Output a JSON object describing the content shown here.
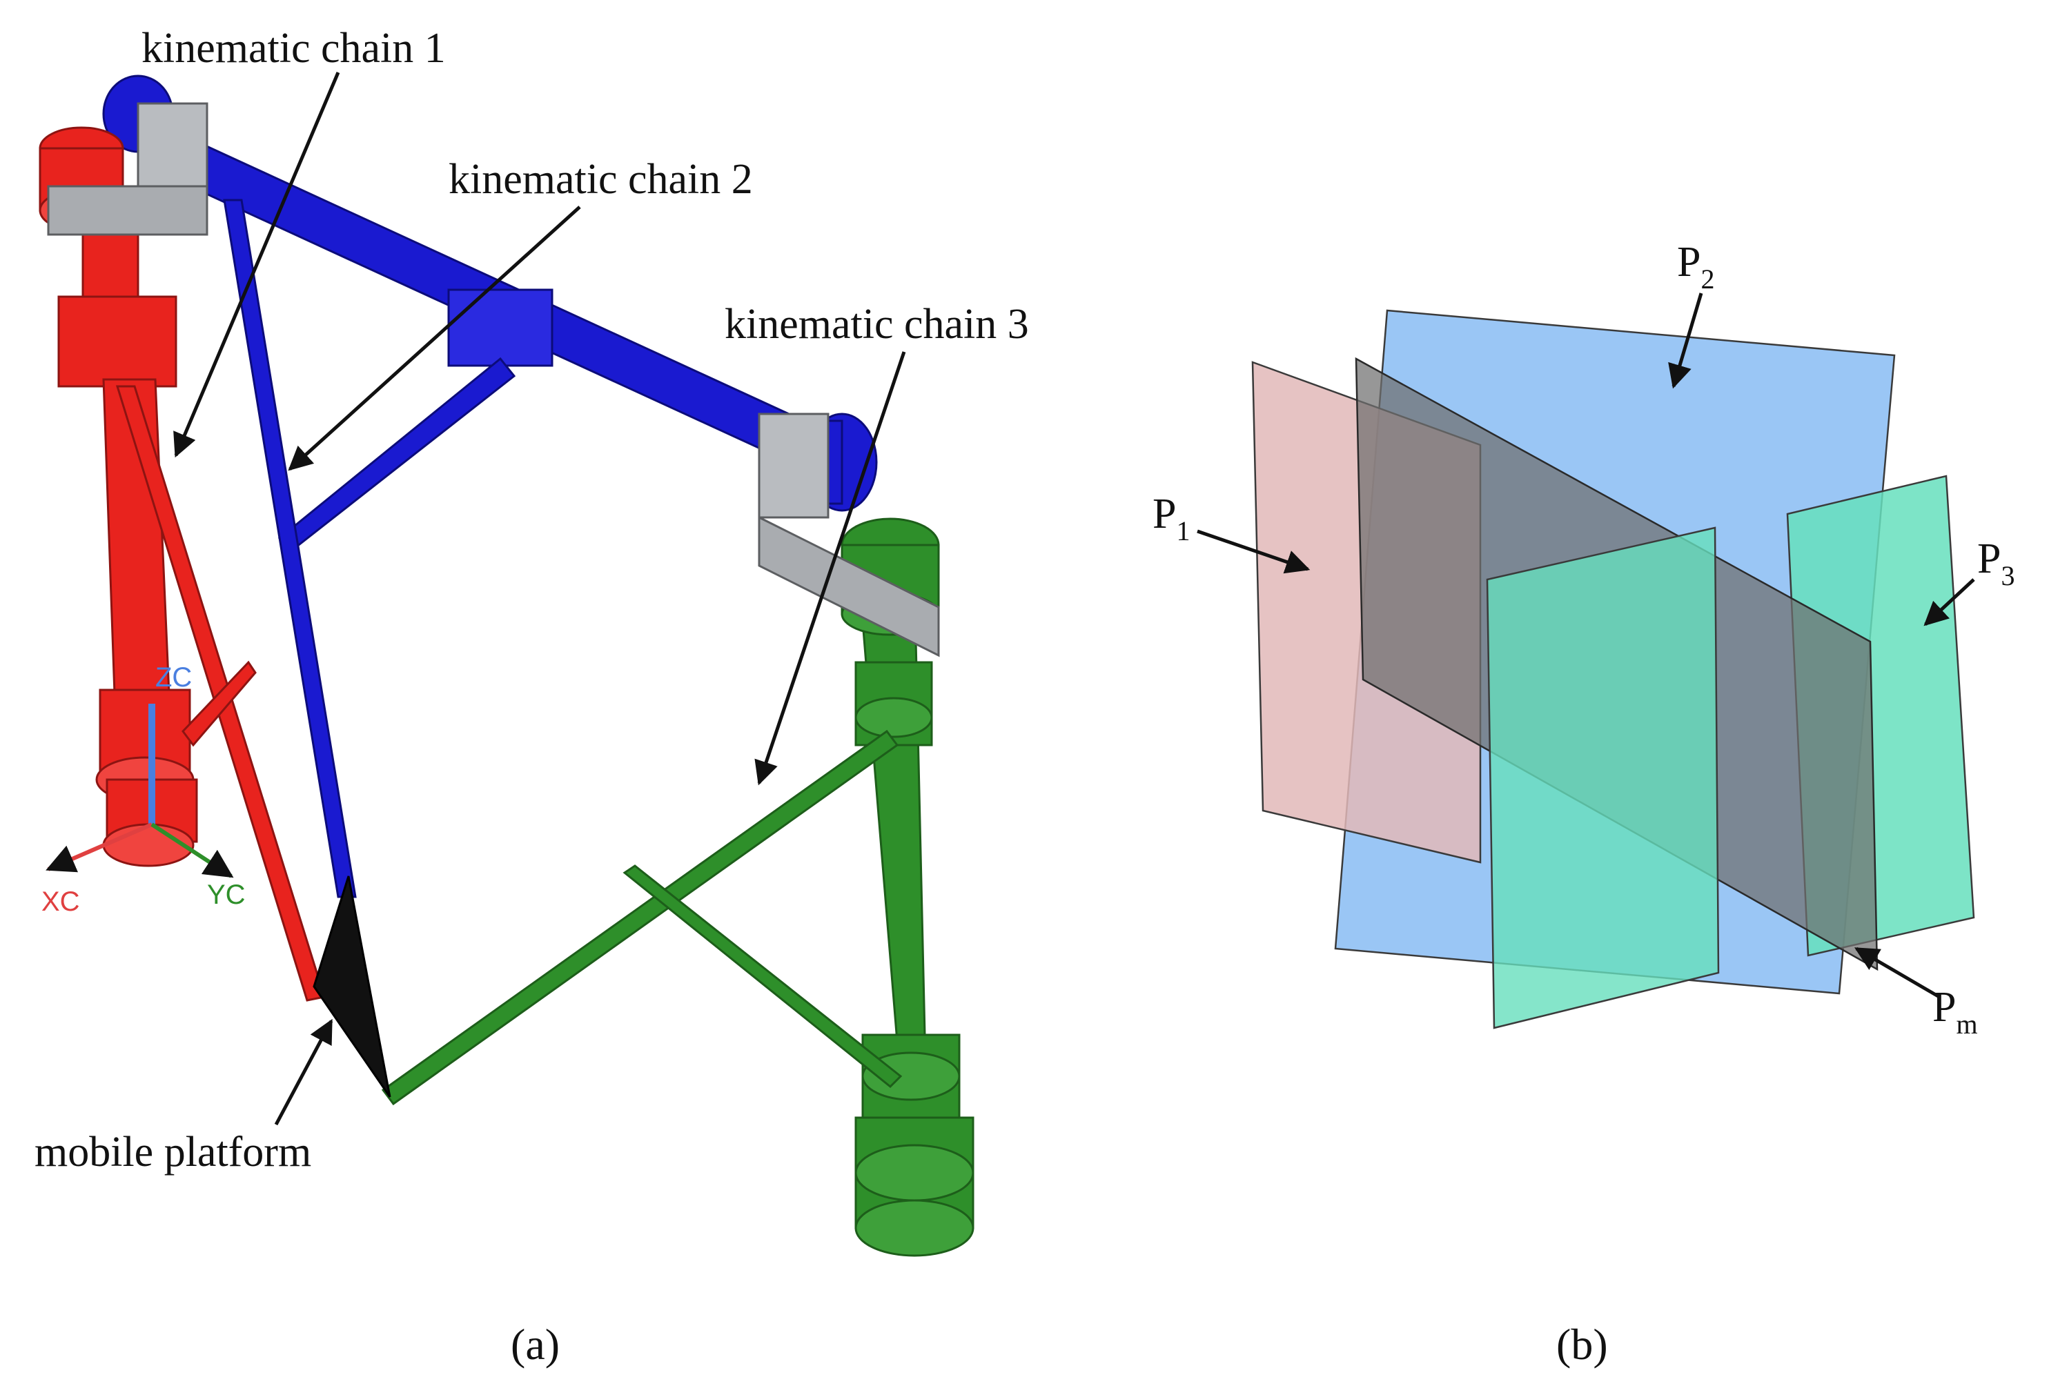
{
  "panel_a": {
    "caption": "(a)",
    "labels": {
      "chain1": "kinematic chain 1",
      "chain2": "kinematic chain 2",
      "chain3": "kinematic chain 3",
      "platform": "mobile platform"
    },
    "axes": {
      "x": "XC",
      "y": "YC",
      "z": "ZC"
    },
    "colors": {
      "chain1": "#e8231e",
      "chain2": "#1a1ad0",
      "chain3": "#2e8f2a",
      "bracket": "#a9acb0",
      "platform": "#111111"
    }
  },
  "panel_b": {
    "caption": "(b)",
    "planes": [
      {
        "base": "P",
        "sub": "1",
        "color": "#e2b9b9"
      },
      {
        "base": "P",
        "sub": "2",
        "color": "#8fc0f4"
      },
      {
        "base": "P",
        "sub": "3",
        "color": "#66dfbd"
      },
      {
        "base": "P",
        "sub": "m",
        "color": "#6f6f6f"
      }
    ]
  }
}
